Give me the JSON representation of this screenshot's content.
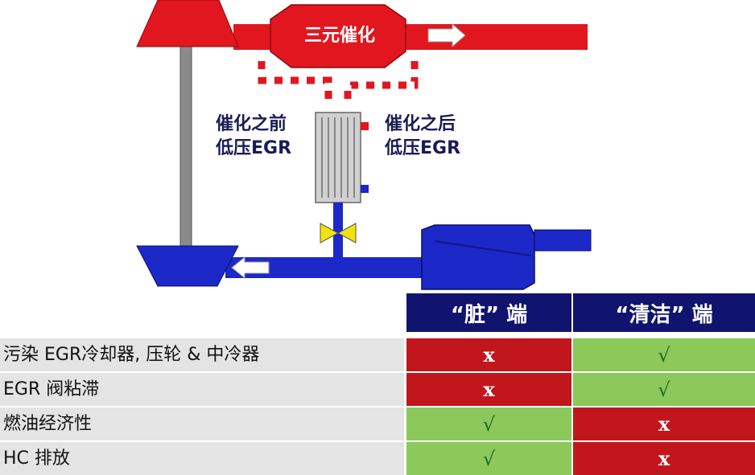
{
  "diagram": {
    "converter_label": "三元催化",
    "before_label_1": "催化之前",
    "before_label_2": "低压EGR",
    "after_label_1": "催化之后",
    "after_label_2": "低压EGR",
    "colors": {
      "exhaust": "#e2161f",
      "intake": "#1d28c9",
      "shaft": "#8a8a8a",
      "valve": "#f2e20c"
    }
  },
  "matrix": {
    "headers": [
      "“脏” 端",
      "“清洁” 端"
    ],
    "rows": [
      {
        "label": "污染 EGR冷却器, 压轮 & 中冷器",
        "dirty": "x",
        "clean": "√",
        "dirty_status": "bad",
        "clean_status": "good"
      },
      {
        "label": "EGR 阀粘滞",
        "dirty": "x",
        "clean": "√",
        "dirty_status": "bad",
        "clean_status": "good"
      },
      {
        "label": "燃油经济性",
        "dirty": "√",
        "clean": "x",
        "dirty_status": "good",
        "clean_status": "bad"
      },
      {
        "label": "HC 排放",
        "dirty": "√",
        "clean": "x",
        "dirty_status": "good",
        "clean_status": "bad"
      }
    ]
  }
}
